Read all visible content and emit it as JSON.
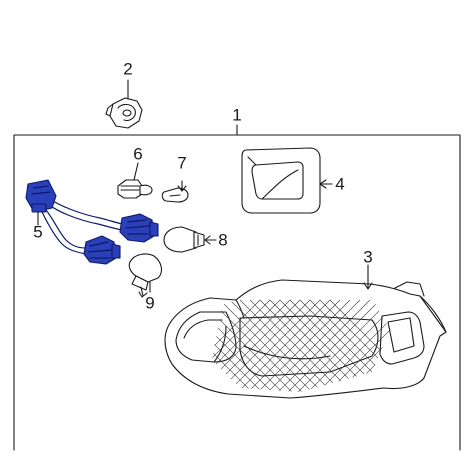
{
  "callouts": {
    "c1": "1",
    "c2": "2",
    "c3": "3",
    "c4": "4",
    "c5": "5",
    "c6": "6",
    "c7": "7",
    "c8": "8",
    "c9": "9"
  },
  "colors": {
    "highlight": "#2b3fb8",
    "highlight_outline": "#0b1a6e",
    "line": "#1a1a1a",
    "background": "#ffffff"
  }
}
